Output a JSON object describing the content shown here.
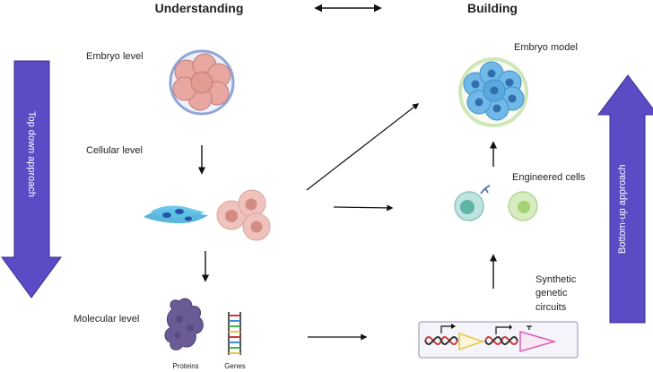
{
  "headers": {
    "understanding": "Understanding",
    "building": "Building"
  },
  "left_levels": {
    "embryo": "Embryo level",
    "cellular": "Cellular  level",
    "molecular": "Molecular level"
  },
  "molecular_items": {
    "proteins": "Proteins",
    "genes": "Genes"
  },
  "right_levels": {
    "embryo_model": "Embryo model",
    "engineered_cells": "Engineered cells",
    "synthetic_line1": "Synthetic",
    "synthetic_line2": "genetic",
    "synthetic_line3": "circuits"
  },
  "side_arrows": {
    "top_down": "Top down approach",
    "bottom_up": "Bottom-up approach"
  },
  "colors": {
    "approach_arrow": "#5b4bc4",
    "embryo_cell": "#e8a7a0",
    "embryo_ring": "#8fa6d8",
    "model_cell": "#6fb8e8",
    "model_ring": "#cfe6b8",
    "fibroblast": "#3fa9d6",
    "engineered_cell_a": "#bfe3de",
    "engineered_cell_b": "#d7ecc0",
    "protein": "#6b5b95",
    "dna_red": "#d23a3a",
    "circuit_yellow": "#e8c547",
    "circuit_pink": "#d35fb6"
  }
}
